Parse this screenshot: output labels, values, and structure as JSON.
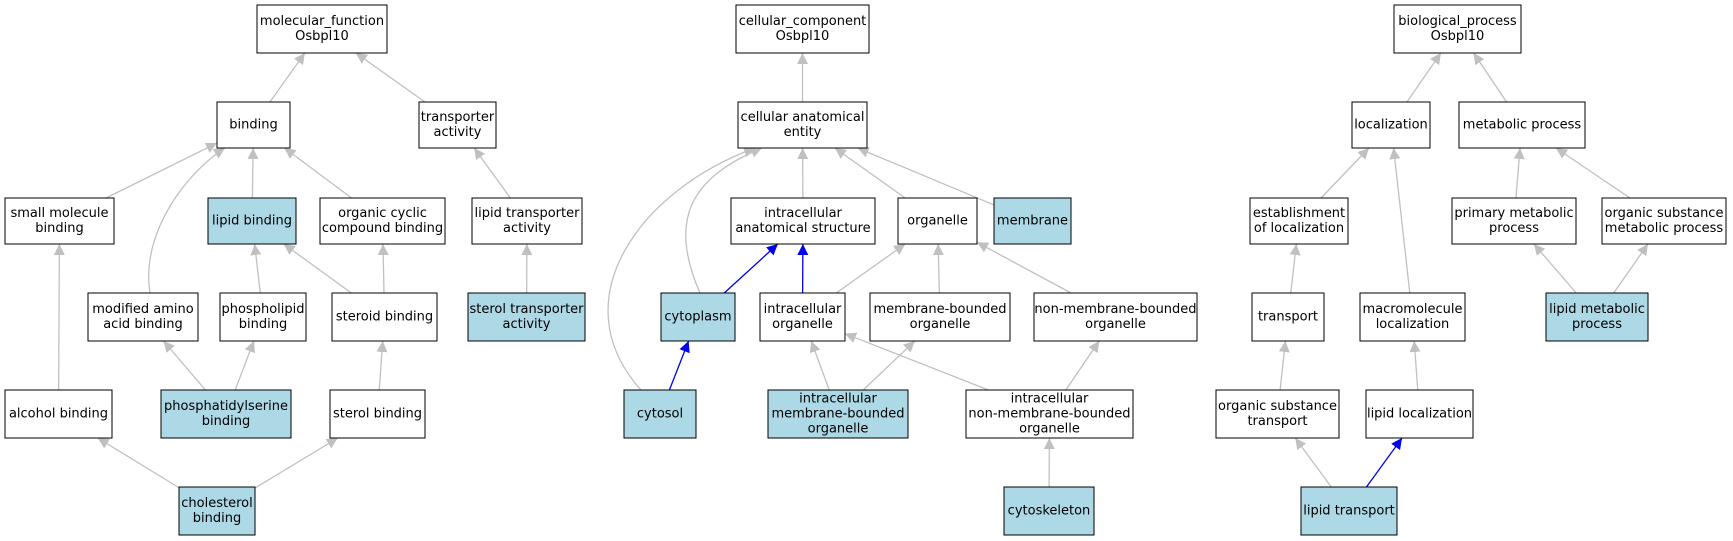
{
  "colors": {
    "node_fill": "#ffffff",
    "highlight_fill": "#add8e6",
    "edge_default": "#c0c0c0",
    "edge_highlight": "#0000ee",
    "border": "#000000"
  },
  "nodes": [
    {
      "id": "mf",
      "lines": [
        "molecular_function",
        "Osbpl10"
      ],
      "highlight": false
    },
    {
      "id": "binding",
      "lines": [
        "binding"
      ],
      "highlight": false
    },
    {
      "id": "transporter_activity",
      "lines": [
        "transporter",
        "activity"
      ],
      "highlight": false
    },
    {
      "id": "small_molecule_binding",
      "lines": [
        "small molecule",
        "binding"
      ],
      "highlight": false
    },
    {
      "id": "lipid_binding",
      "lines": [
        "lipid binding"
      ],
      "highlight": true
    },
    {
      "id": "organic_cyclic",
      "lines": [
        "organic cyclic",
        "compound binding"
      ],
      "highlight": false
    },
    {
      "id": "lipid_transporter_activity",
      "lines": [
        "lipid transporter",
        "activity"
      ],
      "highlight": false
    },
    {
      "id": "modified_amino",
      "lines": [
        "modified amino",
        "acid binding"
      ],
      "highlight": false
    },
    {
      "id": "phospholipid_binding",
      "lines": [
        "phospholipid",
        "binding"
      ],
      "highlight": false
    },
    {
      "id": "steroid_binding",
      "lines": [
        "steroid binding"
      ],
      "highlight": false
    },
    {
      "id": "sterol_transporter",
      "lines": [
        "sterol transporter",
        "activity"
      ],
      "highlight": true
    },
    {
      "id": "alcohol_binding",
      "lines": [
        "alcohol binding"
      ],
      "highlight": false
    },
    {
      "id": "phosphatidylserine",
      "lines": [
        "phosphatidylserine",
        "binding"
      ],
      "highlight": true
    },
    {
      "id": "sterol_binding",
      "lines": [
        "sterol binding"
      ],
      "highlight": false
    },
    {
      "id": "cholesterol_binding",
      "lines": [
        "cholesterol",
        "binding"
      ],
      "highlight": true
    },
    {
      "id": "cc",
      "lines": [
        "cellular_component",
        "Osbpl10"
      ],
      "highlight": false
    },
    {
      "id": "cae",
      "lines": [
        "cellular anatomical",
        "entity"
      ],
      "highlight": false
    },
    {
      "id": "ias",
      "lines": [
        "intracellular",
        "anatomical structure"
      ],
      "highlight": false
    },
    {
      "id": "organelle",
      "lines": [
        "organelle"
      ],
      "highlight": false
    },
    {
      "id": "membrane",
      "lines": [
        "membrane"
      ],
      "highlight": true
    },
    {
      "id": "cytoplasm",
      "lines": [
        "cytoplasm"
      ],
      "highlight": true
    },
    {
      "id": "intracellular_organelle",
      "lines": [
        "intracellular",
        "organelle"
      ],
      "highlight": false
    },
    {
      "id": "membrane_bounded",
      "lines": [
        "membrane-bounded",
        "organelle"
      ],
      "highlight": false
    },
    {
      "id": "non_membrane_bounded",
      "lines": [
        "non-membrane-bounded",
        "organelle"
      ],
      "highlight": false
    },
    {
      "id": "cytosol",
      "lines": [
        "cytosol"
      ],
      "highlight": true
    },
    {
      "id": "imbo",
      "lines": [
        "intracellular",
        "membrane-bounded",
        "organelle"
      ],
      "highlight": true
    },
    {
      "id": "inmbo",
      "lines": [
        "intracellular",
        "non-membrane-bounded",
        "organelle"
      ],
      "highlight": false
    },
    {
      "id": "cytoskeleton",
      "lines": [
        "cytoskeleton"
      ],
      "highlight": true
    },
    {
      "id": "bp",
      "lines": [
        "biological_process",
        "Osbpl10"
      ],
      "highlight": false
    },
    {
      "id": "localization",
      "lines": [
        "localization"
      ],
      "highlight": false
    },
    {
      "id": "metabolic_process",
      "lines": [
        "metabolic process"
      ],
      "highlight": false
    },
    {
      "id": "establishment",
      "lines": [
        "establishment",
        "of localization"
      ],
      "highlight": false
    },
    {
      "id": "primary_metabolic",
      "lines": [
        "primary metabolic",
        "process"
      ],
      "highlight": false
    },
    {
      "id": "organic_substance_metabolic",
      "lines": [
        "organic substance",
        "metabolic process"
      ],
      "highlight": false
    },
    {
      "id": "transport",
      "lines": [
        "transport"
      ],
      "highlight": false
    },
    {
      "id": "macromolecule_localization",
      "lines": [
        "macromolecule",
        "localization"
      ],
      "highlight": false
    },
    {
      "id": "lipid_metabolic",
      "lines": [
        "lipid metabolic",
        "process"
      ],
      "highlight": true
    },
    {
      "id": "organic_substance_transport",
      "lines": [
        "organic substance",
        "transport"
      ],
      "highlight": false
    },
    {
      "id": "lipid_localization",
      "lines": [
        "lipid localization"
      ],
      "highlight": false
    },
    {
      "id": "lipid_transport",
      "lines": [
        "lipid transport"
      ],
      "highlight": true
    }
  ],
  "edges": [
    {
      "from": "binding",
      "to": "mf",
      "highlight": false
    },
    {
      "from": "transporter_activity",
      "to": "mf",
      "highlight": false
    },
    {
      "from": "small_molecule_binding",
      "to": "binding",
      "highlight": false
    },
    {
      "from": "lipid_binding",
      "to": "binding",
      "highlight": false
    },
    {
      "from": "organic_cyclic",
      "to": "binding",
      "highlight": false
    },
    {
      "from": "modified_amino",
      "to": "binding",
      "highlight": false
    },
    {
      "from": "lipid_transporter_activity",
      "to": "transporter_activity",
      "highlight": false
    },
    {
      "from": "phospholipid_binding",
      "to": "lipid_binding",
      "highlight": false
    },
    {
      "from": "steroid_binding",
      "to": "lipid_binding",
      "highlight": false
    },
    {
      "from": "steroid_binding",
      "to": "organic_cyclic",
      "highlight": false
    },
    {
      "from": "sterol_transporter",
      "to": "lipid_transporter_activity",
      "highlight": false
    },
    {
      "from": "alcohol_binding",
      "to": "small_molecule_binding",
      "highlight": false
    },
    {
      "from": "phosphatidylserine",
      "to": "modified_amino",
      "highlight": false
    },
    {
      "from": "phosphatidylserine",
      "to": "phospholipid_binding",
      "highlight": false
    },
    {
      "from": "sterol_binding",
      "to": "steroid_binding",
      "highlight": false
    },
    {
      "from": "cholesterol_binding",
      "to": "alcohol_binding",
      "highlight": false
    },
    {
      "from": "cholesterol_binding",
      "to": "sterol_binding",
      "highlight": false
    },
    {
      "from": "cae",
      "to": "cc",
      "highlight": false
    },
    {
      "from": "ias",
      "to": "cae",
      "highlight": false
    },
    {
      "from": "organelle",
      "to": "cae",
      "highlight": false
    },
    {
      "from": "membrane",
      "to": "cae",
      "highlight": false
    },
    {
      "from": "cytoplasm",
      "to": "cae",
      "highlight": false
    },
    {
      "from": "cytosol",
      "to": "cae",
      "highlight": false
    },
    {
      "from": "cytoplasm",
      "to": "ias",
      "highlight": true
    },
    {
      "from": "intracellular_organelle",
      "to": "ias",
      "highlight": true
    },
    {
      "from": "intracellular_organelle",
      "to": "organelle",
      "highlight": false
    },
    {
      "from": "membrane_bounded",
      "to": "organelle",
      "highlight": false
    },
    {
      "from": "non_membrane_bounded",
      "to": "organelle",
      "highlight": false
    },
    {
      "from": "cytosol",
      "to": "cytoplasm",
      "highlight": true
    },
    {
      "from": "imbo",
      "to": "intracellular_organelle",
      "highlight": false
    },
    {
      "from": "imbo",
      "to": "membrane_bounded",
      "highlight": false
    },
    {
      "from": "inmbo",
      "to": "intracellular_organelle",
      "highlight": false
    },
    {
      "from": "inmbo",
      "to": "non_membrane_bounded",
      "highlight": false
    },
    {
      "from": "cytoskeleton",
      "to": "inmbo",
      "highlight": false
    },
    {
      "from": "localization",
      "to": "bp",
      "highlight": false
    },
    {
      "from": "metabolic_process",
      "to": "bp",
      "highlight": false
    },
    {
      "from": "establishment",
      "to": "localization",
      "highlight": false
    },
    {
      "from": "macromolecule_localization",
      "to": "localization",
      "highlight": false
    },
    {
      "from": "primary_metabolic",
      "to": "metabolic_process",
      "highlight": false
    },
    {
      "from": "organic_substance_metabolic",
      "to": "metabolic_process",
      "highlight": false
    },
    {
      "from": "transport",
      "to": "establishment",
      "highlight": false
    },
    {
      "from": "lipid_metabolic",
      "to": "primary_metabolic",
      "highlight": false
    },
    {
      "from": "lipid_metabolic",
      "to": "organic_substance_metabolic",
      "highlight": false
    },
    {
      "from": "organic_substance_transport",
      "to": "transport",
      "highlight": false
    },
    {
      "from": "lipid_localization",
      "to": "macromolecule_localization",
      "highlight": false
    },
    {
      "from": "lipid_transport",
      "to": "organic_substance_transport",
      "highlight": false
    },
    {
      "from": "lipid_transport",
      "to": "lipid_localization",
      "highlight": true
    }
  ]
}
